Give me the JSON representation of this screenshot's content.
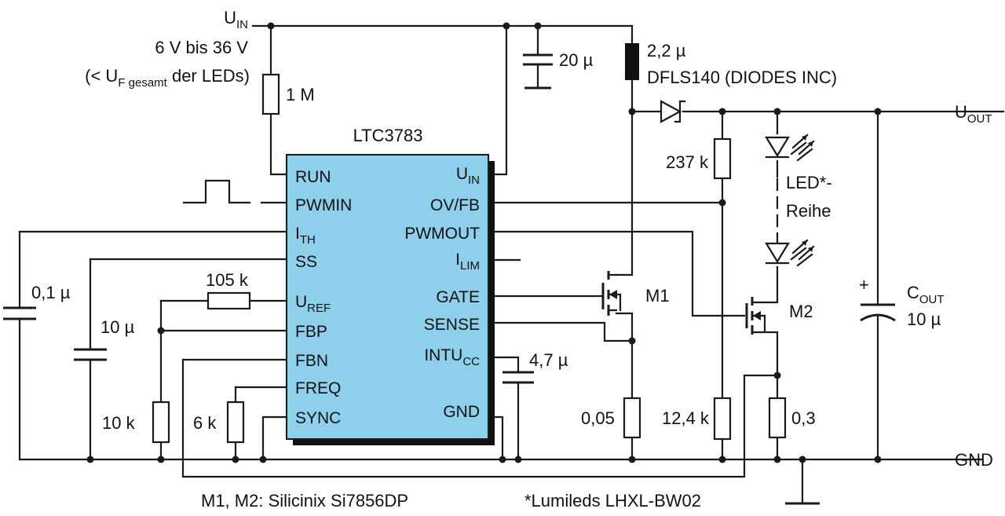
{
  "colors": {
    "ic_fill": "#8ed0ec",
    "ic_shadow": "#111111",
    "wire": "#1a1a1a"
  },
  "supply": {
    "uin_main": "U",
    "uin_sub": "IN",
    "range": "6 V bis 36 V",
    "cond_pre": "(< U",
    "cond_sub": "F gesamt",
    "cond_post": " der LEDs)",
    "uout_main": "U",
    "uout_sub": "OUT",
    "gnd": "GND"
  },
  "ic": {
    "name": "LTC3783",
    "left_pins": [
      "RUN",
      "PWMIN",
      "I",
      "SS",
      "U",
      "FBP",
      "FBN",
      "FREQ",
      "SYNC"
    ],
    "left_pin_subs": {
      "ith": "TH",
      "uref": "REF"
    },
    "right_pins": {
      "uin": "U",
      "uin_sub": "IN",
      "ovfb": "OV/FB",
      "pwmout": "PWMOUT",
      "ilim": "I",
      "ilim_sub": "LIM",
      "gate": "GATE",
      "sense": "SENSE",
      "intu": "INTU",
      "intu_sub": "CC",
      "gnd": "GND"
    }
  },
  "components": {
    "r_run": "1 M",
    "c_in": "20 µ",
    "inductor_val": "2,2 µ",
    "diode": "DFLS140 (DIODES INC)",
    "r_fb_top": "237 k",
    "led_series_1": "LED*-",
    "led_series_2": "Reihe",
    "c_ith": "0,1 µ",
    "c_ss": "10 µ",
    "r_ref": "105 k",
    "r_10k": "10 k",
    "r_6k": "6 k",
    "c_intvcc": "4,7 µ",
    "m1": "M1",
    "m2": "M2",
    "r_sense": "0,05",
    "r_fb_bot": "12,4 k",
    "r_led": "0,3",
    "cout_main": "C",
    "cout_sub": "OUT",
    "cout_val": "10 µ",
    "cout_plus": "+"
  },
  "notes": {
    "mosfets": "M1, M2: Silicinix Si7856DP",
    "leds": "*Lumileds LHXL-BW02"
  }
}
